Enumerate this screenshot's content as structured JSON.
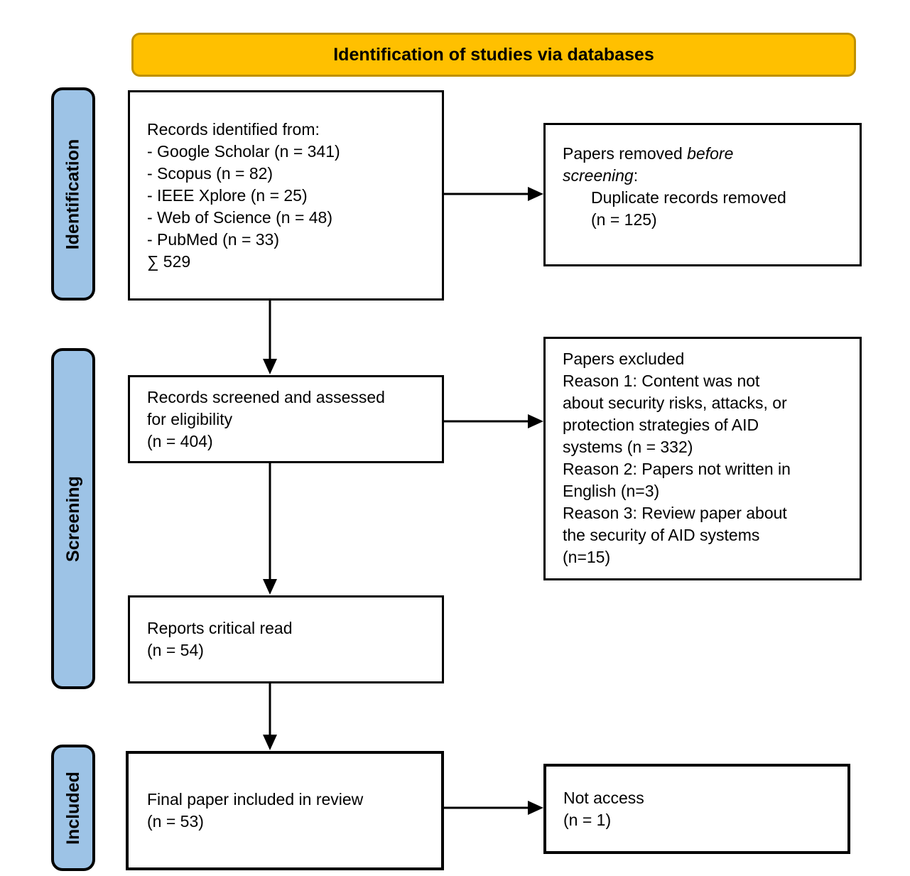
{
  "banner": {
    "label": "Identification of studies via databases"
  },
  "colors": {
    "banner-fill": "#FFC000",
    "banner-border": "#BF9000",
    "stage-fill": "#9DC3E6",
    "line-color": "#000000"
  },
  "stages": [
    {
      "label": "Identification"
    },
    {
      "label": "Screening"
    },
    {
      "label": "Included"
    }
  ],
  "boxes": {
    "records_identified": {
      "lines": [
        "Records identified from:",
        "- Google Scholar (n = 341)",
        "- Scopus (n = 82)",
        "- IEEE Xplore (n = 25)",
        "- Web of Science (n = 48)",
        "- PubMed (n = 33)",
        "∑ 529"
      ]
    },
    "papers_removed": {
      "prefix": "Papers removed ",
      "italic_word": "before",
      "italic_word2": "screening",
      "colon": ":",
      "detail_lines": [
        "Duplicate records removed",
        "(n = 125)"
      ]
    },
    "records_screened": {
      "lines": [
        "Records screened and assessed",
        "for eligibility",
        "(n = 404)"
      ]
    },
    "papers_excluded": {
      "lines": [
        "Papers excluded",
        "Reason 1: Content was not",
        "about security risks, attacks, or",
        "protection strategies of AID",
        "systems (n = 332)",
        "Reason 2: Papers not written in",
        "English (n=3)",
        "Reason 3: Review paper about",
        "the security of AID systems",
        "(n=15)"
      ]
    },
    "reports_read": {
      "lines": [
        "Reports critical read",
        "(n = 54)"
      ]
    },
    "final_included": {
      "lines": [
        "Final paper included in review",
        "(n = 53)"
      ]
    },
    "not_access": {
      "lines": [
        "Not access",
        "(n = 1)"
      ]
    }
  }
}
